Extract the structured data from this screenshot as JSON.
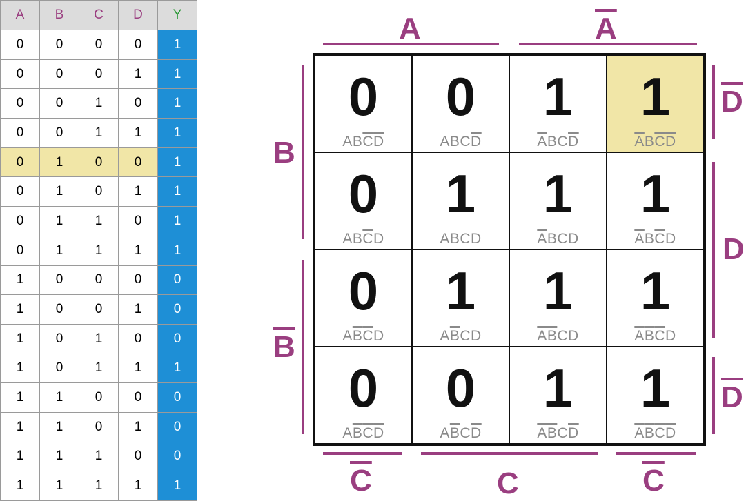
{
  "truth_table": {
    "headers": [
      "A",
      "B",
      "C",
      "D",
      "Y"
    ],
    "header_colors": [
      "#9a3e80",
      "#9a3e80",
      "#9a3e80",
      "#9a3e80",
      "#2e9a3a"
    ],
    "highlight_row": 4,
    "rows": [
      [
        "0",
        "0",
        "0",
        "0",
        "1"
      ],
      [
        "0",
        "0",
        "0",
        "1",
        "1"
      ],
      [
        "0",
        "0",
        "1",
        "0",
        "1"
      ],
      [
        "0",
        "0",
        "1",
        "1",
        "1"
      ],
      [
        "0",
        "1",
        "0",
        "0",
        "1"
      ],
      [
        "0",
        "1",
        "0",
        "1",
        "1"
      ],
      [
        "0",
        "1",
        "1",
        "0",
        "1"
      ],
      [
        "0",
        "1",
        "1",
        "1",
        "1"
      ],
      [
        "1",
        "0",
        "0",
        "0",
        "0"
      ],
      [
        "1",
        "0",
        "0",
        "1",
        "0"
      ],
      [
        "1",
        "0",
        "1",
        "0",
        "0"
      ],
      [
        "1",
        "0",
        "1",
        "1",
        "1"
      ],
      [
        "1",
        "1",
        "0",
        "0",
        "0"
      ],
      [
        "1",
        "1",
        "0",
        "1",
        "0"
      ],
      [
        "1",
        "1",
        "1",
        "0",
        "0"
      ],
      [
        "1",
        "1",
        "1",
        "1",
        "1"
      ]
    ]
  },
  "kmap": {
    "highlight_cell": [
      0,
      3
    ],
    "cells": [
      [
        {
          "value": "0",
          "term": [
            [
              "A",
              false
            ],
            [
              "B",
              false
            ],
            [
              "C",
              true
            ],
            [
              "D",
              true
            ]
          ]
        },
        {
          "value": "0",
          "term": [
            [
              "A",
              false
            ],
            [
              "B",
              false
            ],
            [
              "C",
              false
            ],
            [
              "D",
              true
            ]
          ]
        },
        {
          "value": "1",
          "term": [
            [
              "A",
              true
            ],
            [
              "B",
              false
            ],
            [
              "C",
              false
            ],
            [
              "D",
              true
            ]
          ]
        },
        {
          "value": "1",
          "term": [
            [
              "A",
              true
            ],
            [
              "B",
              false
            ],
            [
              "C",
              true
            ],
            [
              "D",
              true
            ]
          ]
        }
      ],
      [
        {
          "value": "0",
          "term": [
            [
              "A",
              false
            ],
            [
              "B",
              false
            ],
            [
              "C",
              true
            ],
            [
              "D",
              false
            ]
          ]
        },
        {
          "value": "1",
          "term": [
            [
              "A",
              false
            ],
            [
              "B",
              false
            ],
            [
              "C",
              false
            ],
            [
              "D",
              false
            ]
          ]
        },
        {
          "value": "1",
          "term": [
            [
              "A",
              true
            ],
            [
              "B",
              false
            ],
            [
              "C",
              false
            ],
            [
              "D",
              false
            ]
          ]
        },
        {
          "value": "1",
          "term": [
            [
              "A",
              true
            ],
            [
              "B",
              false
            ],
            [
              "C",
              true
            ],
            [
              "D",
              false
            ]
          ]
        }
      ],
      [
        {
          "value": "0",
          "term": [
            [
              "A",
              false
            ],
            [
              "B",
              true
            ],
            [
              "C",
              true
            ],
            [
              "D",
              false
            ]
          ]
        },
        {
          "value": "1",
          "term": [
            [
              "A",
              false
            ],
            [
              "B",
              true
            ],
            [
              "C",
              false
            ],
            [
              "D",
              false
            ]
          ]
        },
        {
          "value": "1",
          "term": [
            [
              "A",
              true
            ],
            [
              "B",
              true
            ],
            [
              "C",
              false
            ],
            [
              "D",
              false
            ]
          ]
        },
        {
          "value": "1",
          "term": [
            [
              "A",
              true
            ],
            [
              "B",
              true
            ],
            [
              "C",
              true
            ],
            [
              "D",
              false
            ]
          ]
        }
      ],
      [
        {
          "value": "0",
          "term": [
            [
              "A",
              false
            ],
            [
              "B",
              true
            ],
            [
              "C",
              true
            ],
            [
              "D",
              true
            ]
          ]
        },
        {
          "value": "0",
          "term": [
            [
              "A",
              false
            ],
            [
              "B",
              true
            ],
            [
              "C",
              false
            ],
            [
              "D",
              true
            ]
          ]
        },
        {
          "value": "1",
          "term": [
            [
              "A",
              true
            ],
            [
              "B",
              true
            ],
            [
              "C",
              false
            ],
            [
              "D",
              true
            ]
          ]
        },
        {
          "value": "1",
          "term": [
            [
              "A",
              true
            ],
            [
              "B",
              true
            ],
            [
              "C",
              true
            ],
            [
              "D",
              true
            ]
          ]
        }
      ]
    ],
    "labels": {
      "top_a": "A",
      "top_not_a": "A",
      "left_b": "B",
      "left_not_b": "B",
      "right_not_d_top": "D",
      "right_d": "D",
      "right_not_d_bottom": "D",
      "bottom_not_c_left": "C",
      "bottom_c": "C",
      "bottom_not_c_right": "C"
    },
    "label_color": "#9a3e80"
  }
}
